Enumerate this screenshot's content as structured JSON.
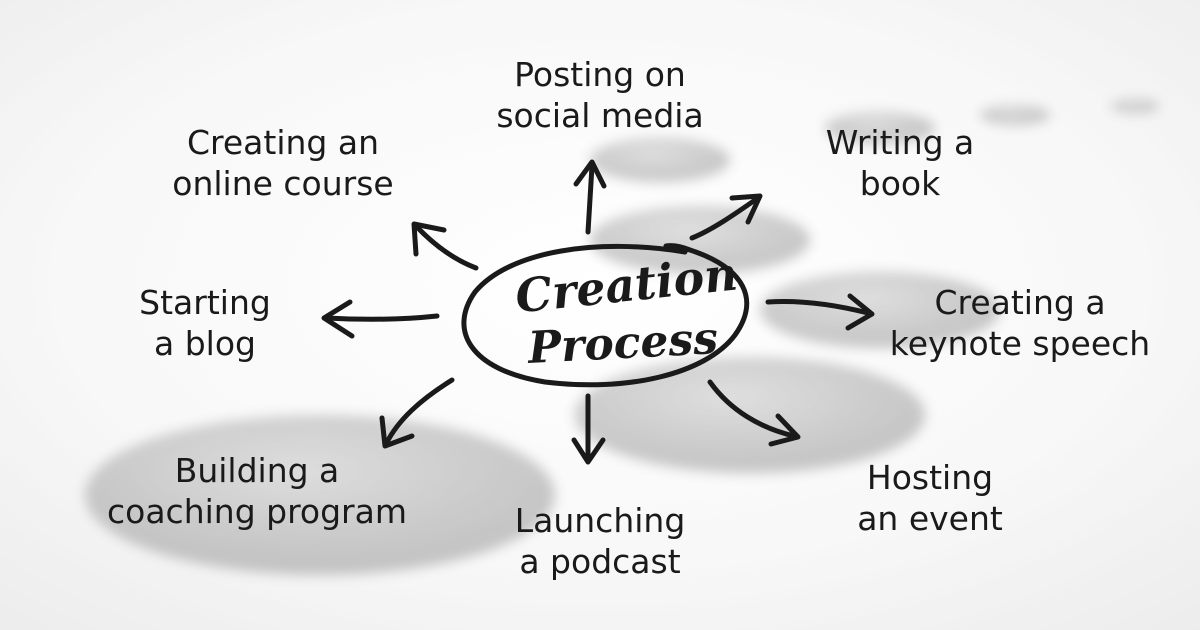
{
  "center": {
    "line1": "Creation",
    "line2": "Process"
  },
  "nodes": [
    {
      "id": "social-media",
      "line1": "Posting on",
      "line2": "social media"
    },
    {
      "id": "book",
      "line1": "Writing a",
      "line2": "book"
    },
    {
      "id": "keynote",
      "line1": "Creating a",
      "line2": "keynote speech"
    },
    {
      "id": "event",
      "line1": "Hosting",
      "line2": "an event"
    },
    {
      "id": "podcast",
      "line1": "Launching",
      "line2": "a podcast"
    },
    {
      "id": "coaching",
      "line1": "Building a",
      "line2": "coaching program"
    },
    {
      "id": "blog",
      "line1": "Starting",
      "line2": "a blog"
    },
    {
      "id": "course",
      "line1": "Creating an",
      "line2": "online course"
    }
  ],
  "colors": {
    "text": "#1a1a1a",
    "stroke": "#1a1a1a",
    "stone": "#6b6b6b"
  }
}
